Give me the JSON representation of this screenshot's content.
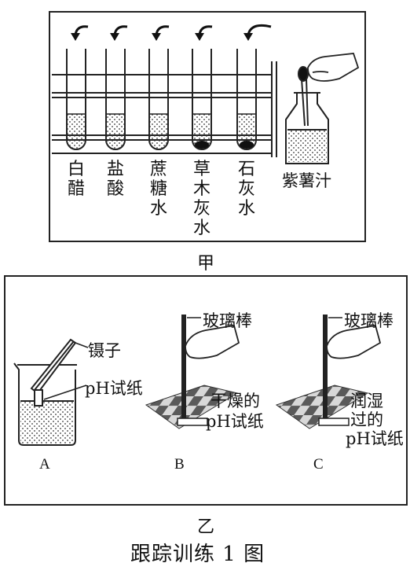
{
  "top_cut_text": "",
  "jia": {
    "caption": "甲",
    "tubes": [
      {
        "label": "白醋"
      },
      {
        "label": "盐酸"
      },
      {
        "label": "蔗糖水"
      },
      {
        "label": "草木灰水",
        "sediment": true
      },
      {
        "label": "石灰水",
        "sediment": true
      }
    ],
    "bottle_label": "紫薯汁"
  },
  "yi": {
    "caption": "乙",
    "A": {
      "letter": "A",
      "tweezers_label": "镊子",
      "paper_label": "pH试纸"
    },
    "B": {
      "letter": "B",
      "rod_label": "玻璃棒",
      "paper_label_1": "干燥的",
      "paper_label_2": "pH试纸"
    },
    "C": {
      "letter": "C",
      "rod_label": "玻璃棒",
      "paper_label_1": "润湿",
      "paper_label_2": "过的",
      "paper_label_3": "pH试纸"
    }
  },
  "figure_title": "跟踪训练 1 图"
}
